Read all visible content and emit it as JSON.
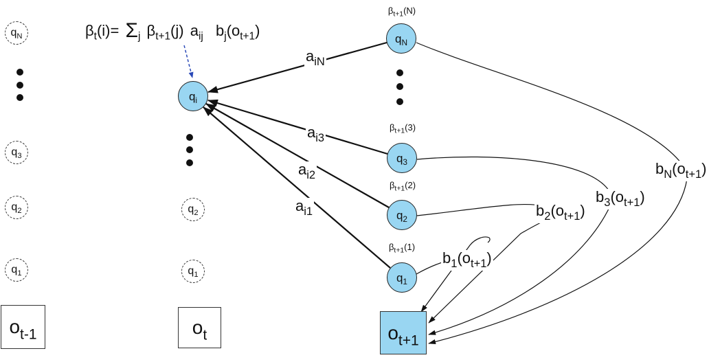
{
  "formula": {
    "lhs": {
      "base": "β",
      "sub": "t",
      "arg": "(i)="
    },
    "sum": {
      "symbol": "Σ",
      "sub": "j"
    },
    "beta": {
      "base": "β",
      "sub": "t+1",
      "arg": "(j)"
    },
    "a": {
      "base": "a",
      "sub": "ij"
    },
    "b": {
      "base": "b",
      "sub": "j",
      "arg_open": "(o",
      "arg_sub": "t+1",
      "arg_close": ")"
    }
  },
  "column_t_minus_1": {
    "states": [
      {
        "base": "q",
        "sub": "N"
      },
      {
        "base": "q",
        "sub": "3"
      },
      {
        "base": "q",
        "sub": "2"
      },
      {
        "base": "q",
        "sub": "1"
      }
    ],
    "observation": {
      "base": "o",
      "sub": "t-1"
    }
  },
  "column_t": {
    "current_state": {
      "base": "q",
      "sub": "i"
    },
    "states": [
      {
        "base": "q",
        "sub": "2"
      },
      {
        "base": "q",
        "sub": "1"
      }
    ],
    "observation": {
      "base": "o",
      "sub": "t"
    }
  },
  "column_t_plus_1": {
    "states": [
      {
        "base": "q",
        "sub": "N",
        "beta": {
          "base": "β",
          "sub": "t+1",
          "arg": "(N)"
        }
      },
      {
        "base": "q",
        "sub": "3",
        "beta": {
          "base": "β",
          "sub": "t+1",
          "arg": "(3)"
        }
      },
      {
        "base": "q",
        "sub": "2",
        "beta": {
          "base": "β",
          "sub": "t+1",
          "arg": "(2)"
        }
      },
      {
        "base": "q",
        "sub": "1",
        "beta": {
          "base": "β",
          "sub": "t+1",
          "arg": "(1)"
        }
      }
    ],
    "observation": {
      "base": "o",
      "sub": "t+1"
    }
  },
  "transitions": [
    {
      "base": "a",
      "sub": "iN"
    },
    {
      "base": "a",
      "sub": "i3"
    },
    {
      "base": "a",
      "sub": "i2"
    },
    {
      "base": "a",
      "sub": "i1"
    }
  ],
  "emissions": [
    {
      "base": "b",
      "sub": "N",
      "arg_open": "(o",
      "arg_sub": "t+1",
      "arg_close": ")"
    },
    {
      "base": "b",
      "sub": "3",
      "arg_open": "(o",
      "arg_sub": "t+1",
      "arg_close": ")"
    },
    {
      "base": "b",
      "sub": "2",
      "arg_open": "(o",
      "arg_sub": "t+1",
      "arg_close": ")"
    },
    {
      "base": "b",
      "sub": "1",
      "arg_open": "(o",
      "arg_sub": "t+1",
      "arg_close": ")"
    }
  ],
  "colors": {
    "state_fill": "#99d6f2",
    "observation_fill": "#99d6f2",
    "hint_arrow": "#2a49b8",
    "line": "#111111"
  }
}
